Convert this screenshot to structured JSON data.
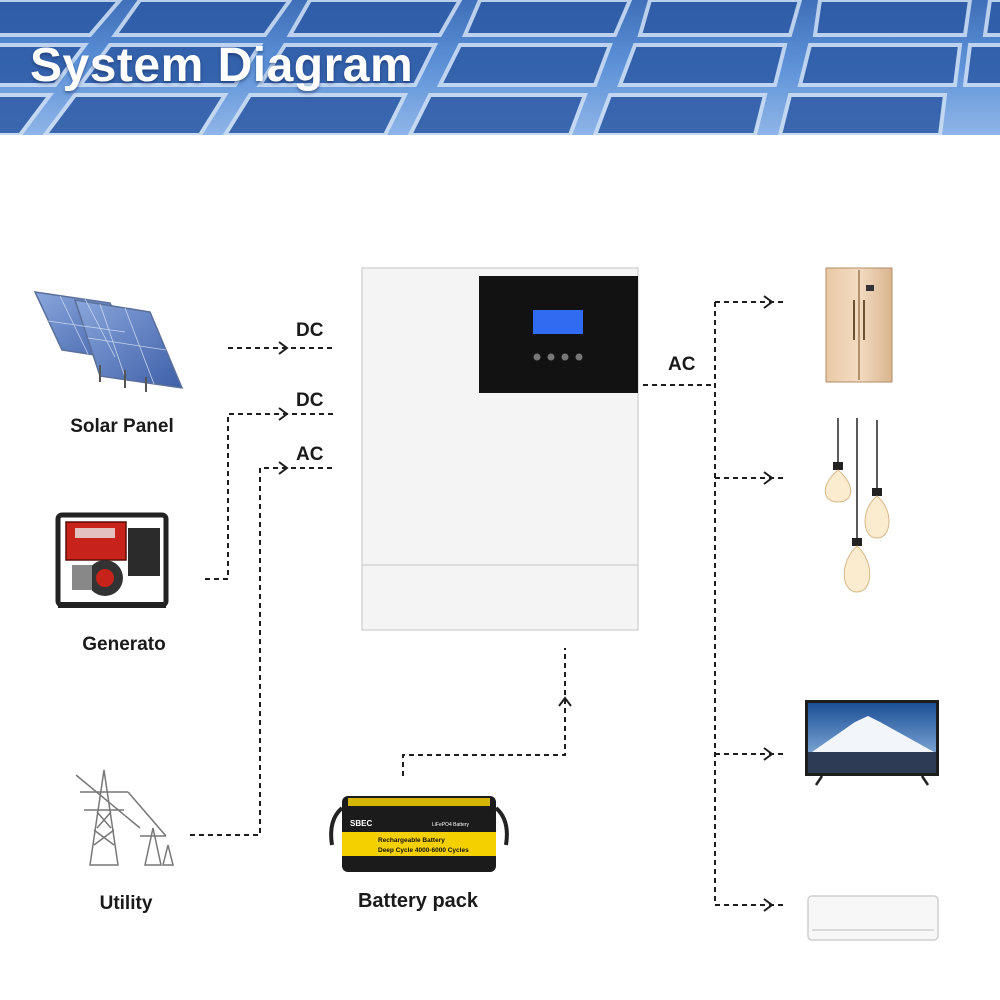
{
  "header": {
    "title": "System Diagram"
  },
  "sources": {
    "solar": {
      "label": "Solar Panel"
    },
    "generator": {
      "label": "Generato"
    },
    "utility": {
      "label": "Utility"
    },
    "battery": {
      "label": "Battery pack"
    }
  },
  "flows": {
    "solar": "DC",
    "generator": "DC",
    "utility": "AC",
    "output": "AC"
  },
  "battery_print": {
    "brand": "SBEC",
    "type": "LiFePO4 Battery",
    "line1": "Rechargeable Battery",
    "line2": "Deep Cycle 4000-6000 Cycles"
  },
  "colors": {
    "line": "#1e1e1e",
    "banner": "#3f6fb8",
    "inverter_body": "#f4f4f4",
    "lcd": "#2f6cf0",
    "battery_band": "#f5d000"
  }
}
